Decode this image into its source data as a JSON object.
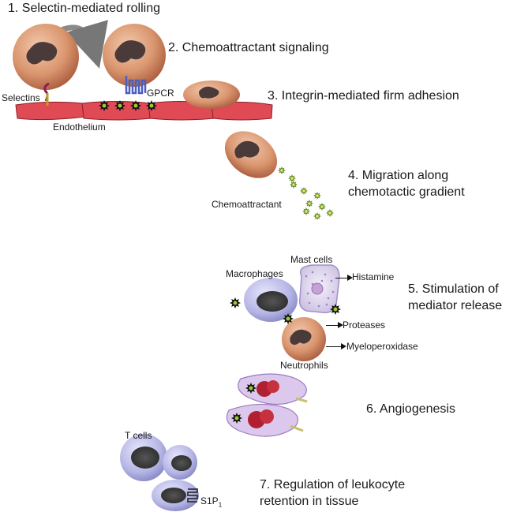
{
  "steps": {
    "s1": "1. Selectin-mediated rolling",
    "s2": "2. Chemoattractant signaling",
    "s3": "3. Integrin-mediated firm adhesion",
    "s4_line1": "4. Migration along",
    "s4_line2": "chemotactic gradient",
    "s5_line1": "5. Stimulation of",
    "s5_line2": "mediator release",
    "s6": "6. Angiogenesis",
    "s7_line1": "7. Regulation of leukocyte",
    "s7_line2": "retention in tissue"
  },
  "labels": {
    "selectins": "Selectins",
    "gpcr": "GPCR",
    "endothelium": "Endothelium",
    "chemoattractant": "Chemoattractant",
    "mast_cells": "Mast cells",
    "macrophages": "Macrophages",
    "histamine": "Histamine",
    "proteases": "Proteases",
    "myeloperoxidase": "Myeloperoxidase",
    "neutrophils": "Neutrophils",
    "t_cells": "T cells",
    "s1p": "S1P",
    "s1p_sub": "1"
  },
  "colors": {
    "neutrophil": "#e0a080",
    "endothelium": "#e04a55",
    "chemokine_green": "#9acd32",
    "lymphocyte": "#b8b8e8",
    "gpcr_blue": "#4a5fc0"
  }
}
